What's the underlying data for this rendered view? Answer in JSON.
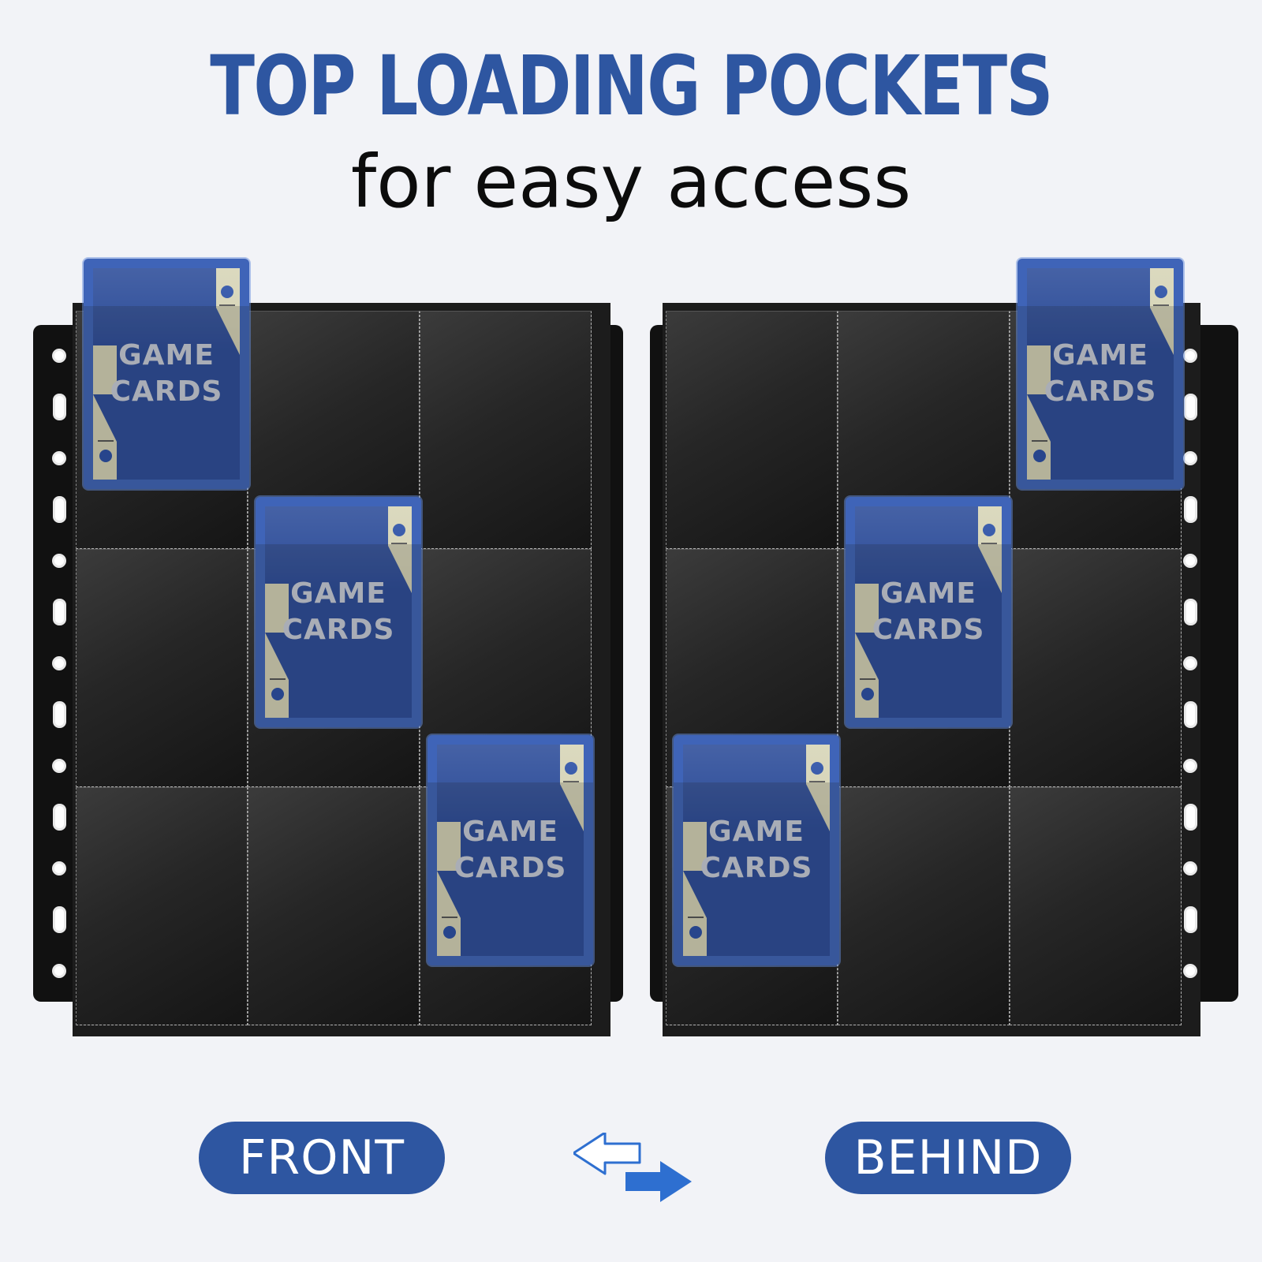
{
  "header": {
    "title": "TOP LOADING POCKETS",
    "subtitle": "for easy access"
  },
  "card_label_line1": "GAME",
  "card_label_line2": "CARDS",
  "buttons": {
    "front": "FRONT",
    "behind": "BEHIND"
  },
  "icons": {
    "swap": "swap-arrows-icon",
    "binder_hole": "binder-hole-icon"
  },
  "colors": {
    "accent": "#2e56a1",
    "card_blue": "#2c4c99",
    "card_cream": "#d6d4b6",
    "page_black": "#111111",
    "background": "#f2f3f7"
  },
  "front_sheet": {
    "rows": 3,
    "cols": 3,
    "cards_in_pockets": [
      [
        0,
        0
      ],
      [
        1,
        1
      ],
      [
        2,
        2
      ]
    ]
  },
  "behind_sheet": {
    "rows": 3,
    "cols": 3,
    "cards_in_pockets": [
      [
        0,
        2
      ],
      [
        1,
        1
      ],
      [
        2,
        0
      ]
    ]
  }
}
